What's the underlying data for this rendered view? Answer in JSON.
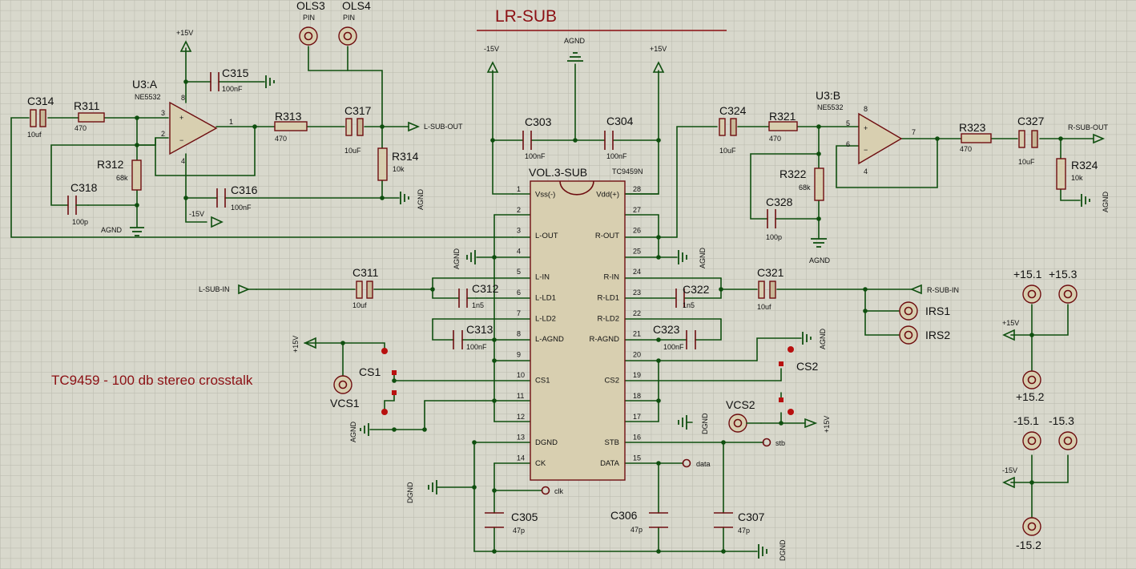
{
  "title": "LR-SUB",
  "note": "TC9459 - 100 db stereo crosstalk",
  "ic": {
    "ref": "VOL.3-SUB",
    "part": "TC9459N"
  },
  "ic_pins_left": [
    {
      "num": "1",
      "name": "Vss(-)"
    },
    {
      "num": "2",
      "name": ""
    },
    {
      "num": "3",
      "name": "L-OUT"
    },
    {
      "num": "4",
      "name": ""
    },
    {
      "num": "5",
      "name": "L-IN"
    },
    {
      "num": "6",
      "name": "L-LD1"
    },
    {
      "num": "7",
      "name": "L-LD2"
    },
    {
      "num": "8",
      "name": "L-AGND"
    },
    {
      "num": "9",
      "name": ""
    },
    {
      "num": "10",
      "name": "CS1"
    },
    {
      "num": "11",
      "name": ""
    },
    {
      "num": "12",
      "name": ""
    },
    {
      "num": "13",
      "name": "DGND"
    },
    {
      "num": "14",
      "name": "CK"
    }
  ],
  "ic_pins_right": [
    {
      "num": "28",
      "name": "Vdd(+)"
    },
    {
      "num": "27",
      "name": ""
    },
    {
      "num": "26",
      "name": "R-OUT"
    },
    {
      "num": "25",
      "name": ""
    },
    {
      "num": "24",
      "name": "R-IN"
    },
    {
      "num": "23",
      "name": "R-LD1"
    },
    {
      "num": "22",
      "name": "R-LD2"
    },
    {
      "num": "21",
      "name": "R-AGND"
    },
    {
      "num": "20",
      "name": ""
    },
    {
      "num": "19",
      "name": "CS2"
    },
    {
      "num": "18",
      "name": ""
    },
    {
      "num": "17",
      "name": ""
    },
    {
      "num": "16",
      "name": "STB"
    },
    {
      "num": "15",
      "name": "DATA"
    }
  ],
  "opamps": [
    {
      "ref": "U3:A",
      "part": "NE5532",
      "pins": {
        "in_plus": "3",
        "in_minus": "2",
        "out": "1",
        "vcc": "8",
        "vee": "4"
      }
    },
    {
      "ref": "U3:B",
      "part": "NE5532",
      "pins": {
        "in_plus": "5",
        "in_minus": "6",
        "out": "7",
        "vcc": "8",
        "vee": "4"
      }
    }
  ],
  "resistors": [
    {
      "ref": "R311",
      "value": "470"
    },
    {
      "ref": "R312",
      "value": "68k"
    },
    {
      "ref": "R313",
      "value": "470"
    },
    {
      "ref": "R314",
      "value": "10k"
    },
    {
      "ref": "R321",
      "value": "470"
    },
    {
      "ref": "R322",
      "value": "68k"
    },
    {
      "ref": "R323",
      "value": "470"
    },
    {
      "ref": "R324",
      "value": "10k"
    }
  ],
  "capacitors": [
    {
      "ref": "C314",
      "value": "10uf"
    },
    {
      "ref": "C315",
      "value": "100nF"
    },
    {
      "ref": "C316",
      "value": "100nF"
    },
    {
      "ref": "C317",
      "value": "10uF"
    },
    {
      "ref": "C318",
      "value": "100p"
    },
    {
      "ref": "C303",
      "value": "100nF"
    },
    {
      "ref": "C304",
      "value": "100nF"
    },
    {
      "ref": "C324",
      "value": "10uF"
    },
    {
      "ref": "C327",
      "value": "10uF"
    },
    {
      "ref": "C328",
      "value": "100p"
    },
    {
      "ref": "C311",
      "value": "10uf"
    },
    {
      "ref": "C312",
      "value": "1n5"
    },
    {
      "ref": "C313",
      "value": "100nF"
    },
    {
      "ref": "C321",
      "value": "10uf"
    },
    {
      "ref": "C322",
      "value": "1n5"
    },
    {
      "ref": "C323",
      "value": "100nF"
    },
    {
      "ref": "C305",
      "value": "47p"
    },
    {
      "ref": "C306",
      "value": "47p"
    },
    {
      "ref": "C307",
      "value": "47p"
    }
  ],
  "connectors": [
    {
      "ref": "OLS3",
      "value": "PIN"
    },
    {
      "ref": "OLS4",
      "value": "PIN"
    },
    {
      "ref": "IRS1"
    },
    {
      "ref": "IRS2"
    },
    {
      "ref": "VCS1"
    },
    {
      "ref": "VCS2"
    },
    {
      "ref": "+15.1"
    },
    {
      "ref": "+15.3"
    },
    {
      "ref": "+15.2"
    },
    {
      "ref": "-15.1"
    },
    {
      "ref": "-15.3"
    },
    {
      "ref": "-15.2"
    }
  ],
  "switches": [
    {
      "ref": "CS1"
    },
    {
      "ref": "CS2"
    }
  ],
  "nets": {
    "l_sub_out": "L-SUB-OUT",
    "r_sub_out": "R-SUB-OUT",
    "l_sub_in": "L-SUB-IN",
    "r_sub_in": "R-SUB-IN",
    "stb": "stb",
    "data": "data",
    "clk": "clk",
    "p15": "+15V",
    "m15": "-15V",
    "agnd": "AGND",
    "dgnd": "DGND"
  }
}
